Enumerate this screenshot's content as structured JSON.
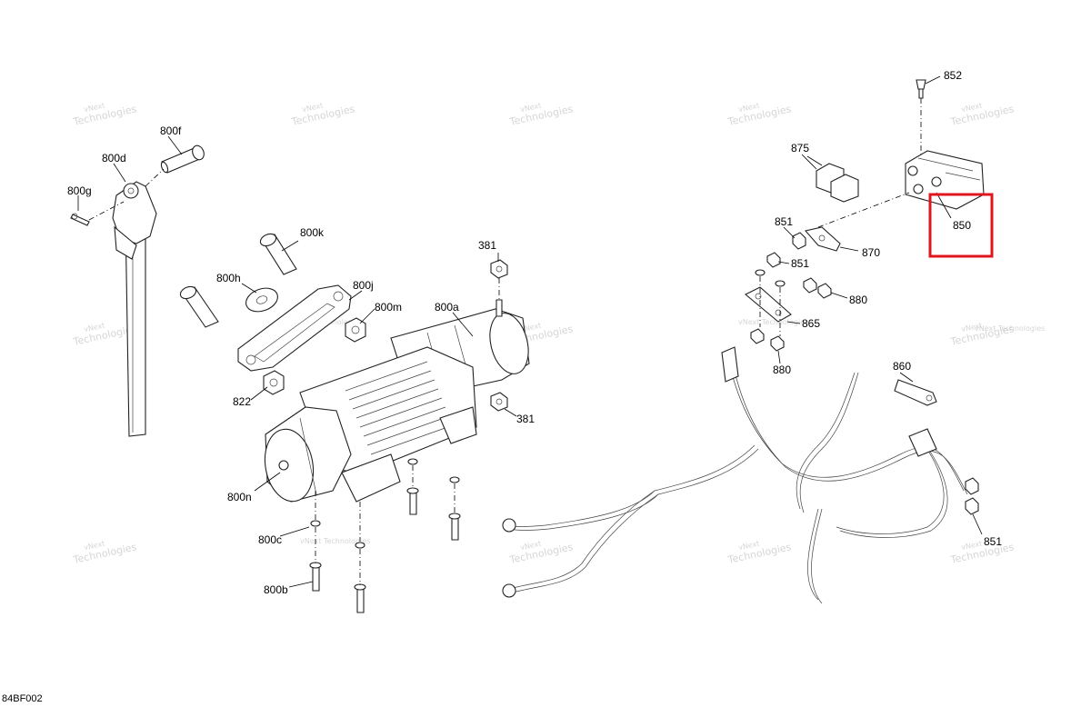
{
  "diagram": {
    "document_id": "84BF002",
    "watermark": {
      "line1": "vNext",
      "line2": "Technologies",
      "inline": "vNext Technologies"
    },
    "callouts": [
      {
        "id": "800f",
        "label": "800f"
      },
      {
        "id": "800d",
        "label": "800d"
      },
      {
        "id": "800g",
        "label": "800g"
      },
      {
        "id": "800k",
        "label": "800k"
      },
      {
        "id": "800h",
        "label": "800h"
      },
      {
        "id": "800j",
        "label": "800j"
      },
      {
        "id": "800m",
        "label": "800m"
      },
      {
        "id": "800a",
        "label": "800a"
      },
      {
        "id": "381a",
        "label": "381"
      },
      {
        "id": "381b",
        "label": "381"
      },
      {
        "id": "822",
        "label": "822"
      },
      {
        "id": "800n",
        "label": "800n"
      },
      {
        "id": "800c",
        "label": "800c"
      },
      {
        "id": "800b",
        "label": "800b"
      },
      {
        "id": "852",
        "label": "852"
      },
      {
        "id": "875",
        "label": "875"
      },
      {
        "id": "850",
        "label": "850"
      },
      {
        "id": "851a",
        "label": "851"
      },
      {
        "id": "851b",
        "label": "851"
      },
      {
        "id": "870",
        "label": "870"
      },
      {
        "id": "880a",
        "label": "880"
      },
      {
        "id": "865",
        "label": "865"
      },
      {
        "id": "880b",
        "label": "880"
      },
      {
        "id": "860",
        "label": "860"
      },
      {
        "id": "851c",
        "label": "851"
      }
    ],
    "highlight": {
      "target": "850",
      "color": "#e0151e"
    }
  }
}
